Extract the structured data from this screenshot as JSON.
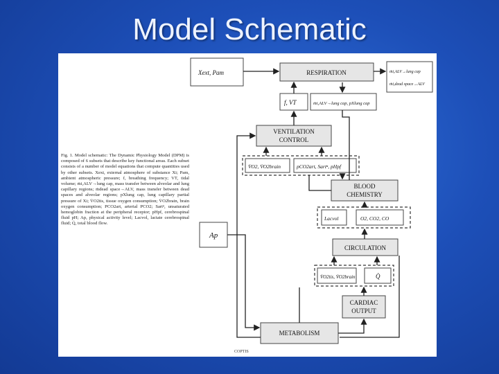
{
  "slide": {
    "title": "Model Schematic"
  },
  "figure": {
    "boxes": {
      "respiration": "RESPIRATION",
      "ventilation_line1": "VENTILATION",
      "ventilation_line2": "CONTROL",
      "blood_line1": "BLOOD",
      "blood_line2": "CHEMISTRY",
      "circulation": "CIRCULATION",
      "cardiac_line1": "CARDIAC",
      "cardiac_line2": "OUTPUT",
      "metabolism": "METABOLISM"
    },
    "variables": {
      "external": "Xext, Pam",
      "activity": "Ap",
      "freq_tidal": "f, VT",
      "mass_transfer": "ṁi,ALV→lung cap, pXlung cap",
      "resp_out_1": "ṁi,ALV→lung cap",
      "resp_out_2": "ṁi,dead space→ALV",
      "ventilation_left": "V̇O2, V̇O2brain",
      "ventilation_right": "pCO2art, Sartⁿ, pHpf",
      "blood_left": "Lacvol",
      "blood_right": "O2, CO2, CO",
      "circulation_left": "V̇O2tis, V̇O2brain",
      "circulation_right": "Q̇"
    },
    "caption": "Fig. 1. Model schematic: The Dynamic Physiology Model (DPM) is composed of 6 subsets that describe key functional areas. Each subset consists of a number of model equations that compute quantities used by other subsets. Xext, external atmosphere of substance Xi; Pam, ambient atmospheric pressure; f, breathing frequency; VT, tidal volume; ṁi,ALV→lung cap, mass transfer between alveolar and lung capillary regions; ṁdead space→ALV, mass transfer between dead spaces and alveolar regions; pXlung cap, lung capillary partial pressure of Xi; V̇O2tis, tissue oxygen consumption; V̇O2brain, brain oxygen consumption; PCO2art, arterial PCO2; Sartⁿ, unsaturated hemoglobin fraction at the peripheral receptor; pHpf, cerebrospinal fluid pH; Ap, physical activity level; Lacvol, lactate cerebrospinal fluid; Q̇, total blood flow.",
    "credit": "COPTIS"
  },
  "colors": {
    "background": "#1d4fb8",
    "title": "#eef3ff",
    "box_fill": "#e6e6e6"
  }
}
